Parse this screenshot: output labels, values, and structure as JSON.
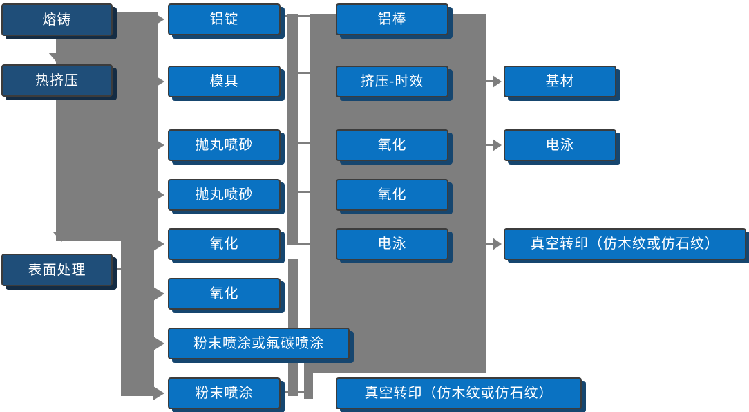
{
  "diagram_title": "",
  "colors": {
    "node_blue": "#0a72c2",
    "node_dark_navy": "#1f4e79",
    "connector_gray": "#7e7e7e",
    "node_border": "#3c3c3c",
    "text": "#ffffff"
  },
  "nodes": {
    "col1": [
      {
        "label": "熔铸"
      },
      {
        "label": "热挤压"
      },
      {
        "label": "表面处理"
      }
    ],
    "col2": [
      {
        "label": "铝锭"
      },
      {
        "label": "模具"
      },
      {
        "label": "抛丸喷砂"
      },
      {
        "label": "抛丸喷砂"
      },
      {
        "label": "氧化"
      },
      {
        "label": "氧化"
      },
      {
        "label": "粉末喷涂或氟碳喷涂"
      },
      {
        "label": "粉末喷涂"
      }
    ],
    "col3": [
      {
        "label": "铝棒"
      },
      {
        "label": "挤压-时效"
      },
      {
        "label": "氧化"
      },
      {
        "label": "氧化"
      },
      {
        "label": "电泳"
      },
      {
        "label": "真空转印（仿木纹或仿石纹）"
      }
    ],
    "col4": [
      {
        "label": "基材"
      },
      {
        "label": "电泳"
      },
      {
        "label": "真空转印（仿木纹或仿石纹）"
      }
    ]
  },
  "arrows": {
    "down": [
      "熔铸 → 热挤压",
      "→ 表面处理"
    ],
    "left_band_targets": [
      "铝锭",
      "模具",
      "抛丸喷砂",
      "抛丸喷砂",
      "氧化",
      "氧化",
      "粉末喷涂或氟碳喷涂",
      "粉末喷涂"
    ],
    "right_arrows": [
      "挤压-时效 → 基材",
      "氧化 → 电泳",
      "电泳 → 真空转印（仿木纹或仿石纹）"
    ]
  }
}
